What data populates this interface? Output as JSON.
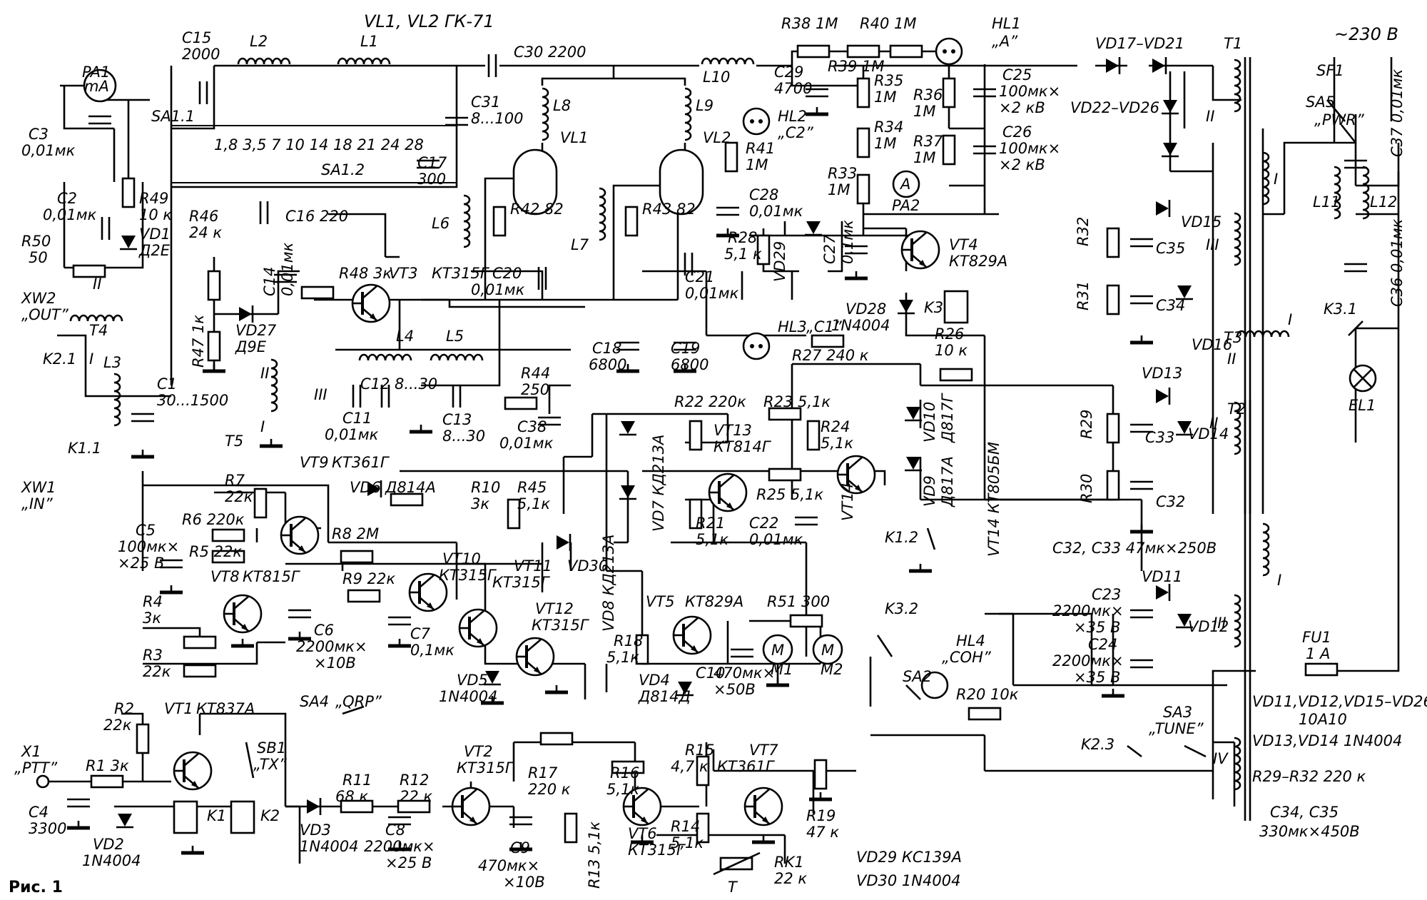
{
  "figure_label": "Рис. 1",
  "notes": {
    "lamps": "VL1, VL2  ГК-71",
    "vd11_list": "VD11,VD12,VD15–VD26",
    "vd11_type": "10А10",
    "vd13_list": "VD13,VD14  1N4004",
    "r29_list": "R29–R32   220 к",
    "c34_list": "С34, С35",
    "c34_value": "330мк×450В",
    "vd29": "VD29  КС139А",
    "vd30": "VD30  1N4004",
    "vt14": "VT14  КТ805БМ",
    "c32": "С32, С33   47мк×250В",
    "mains": "~230 В"
  },
  "connectors": {
    "xw2": "XW2",
    "xw2_name": "„OUT”",
    "xw1": "XW1",
    "xw1_name": "„IN”",
    "x1": "X1",
    "x1_name": "„PTT”"
  },
  "labels": {
    "pa1": "PA1",
    "ma": "mA",
    "c3": "C3",
    "c3v": "0,01мк",
    "sa11": "SA1.1",
    "sa12": "SA1.2",
    "bands": "1,8 3,5 7  10  14 18  21  24  28",
    "c2": "C2",
    "c2v": "0,01мк",
    "r49": "R49",
    "r49v": "10 к",
    "r50": "R50",
    "r50v": "50",
    "vd1": "VD1",
    "vd1v": "Д2Е",
    "c15": "C15",
    "c15v": "2000",
    "l2": "L2",
    "l1": "L1",
    "c30": "C30 2200",
    "c31": "C31",
    "c31v": "8...100",
    "c17": "C17",
    "c17v": "300",
    "c16": "C16 220",
    "r46": "R46",
    "r46v": "24 к",
    "l8": "L8",
    "l9": "L9",
    "l10": "L10",
    "vl1": "VL1",
    "vl2": "VL2",
    "l6": "L6",
    "l7": "L7",
    "r42": "R42 82",
    "r43": "R43 82",
    "c20": "C20",
    "c20v": "0,01мк",
    "c21": "C21",
    "c21v": "0,01мк",
    "r38": "R38 1М",
    "r40": "R40 1М",
    "r39": "R39 1М",
    "hl1": "HL1",
    "hl1n": "„А”",
    "c29": "C29",
    "c29v": "4700",
    "hl2": "HL2",
    "hl2n": "„С2”",
    "r41": "R41",
    "r41v": "1М",
    "r35": "R35",
    "r35v": "1М",
    "r34": "R34",
    "r34v": "1М",
    "r33": "R33",
    "r33v": "1М",
    "r36": "R36",
    "r36v": "1М",
    "r37": "R37",
    "r37v": "1М",
    "c25": "C25",
    "c25v1": "100мк×",
    "c25v2": "×2 кВ",
    "c26": "C26",
    "c26v1": "100мк×",
    "c26v2": "×2 кВ",
    "pa2": "PA2",
    "a": "A",
    "vd17": "VD17–VD21",
    "vd22": "VD22–VD26",
    "t1": "T1",
    "ii": "II",
    "i": "I",
    "iii": "III",
    "iv": "IV",
    "sf1": "SF1",
    "sa5": "SA5",
    "pwr": "„PWR”",
    "l11": "L11",
    "l12": "L12",
    "c37": "C37 0,01мк",
    "c36": "C36 0,01мк",
    "c28": "C28",
    "c28v": "0,01мк",
    "r28": "R28",
    "r28v": "5,1 к",
    "vd29": "VD29",
    "c27": "C27",
    "c27v": "0,1мк",
    "vt4": "VT4",
    "vt4v": "КТ829А",
    "vd28": "VD28",
    "vd28v": "1N4004",
    "k3": "K3",
    "vd15": "VD15",
    "vd16": "VD16",
    "r32": "R32",
    "r31": "R31",
    "c35": "C35",
    "c34": "C34",
    "t3": "T3",
    "k31": "K3.1",
    "el1": "EL1",
    "c14": "C14",
    "c14v": "0,01мк",
    "r48": "R48 3к",
    "vt3": "VT3",
    "vt3v": "КТ315Г",
    "vd27": "VD27",
    "vd27v": "Д9Е",
    "r47": "R47 1к",
    "t4": "T4",
    "k21": "K2.1",
    "l3": "L3",
    "c1": "C1",
    "c1v": "30...1500",
    "k11": "K1.1",
    "t5": "T5",
    "l4": "L4",
    "l5": "L5",
    "c12": "C12  8...30",
    "c13": "C13",
    "c13v": "8...30",
    "c11": "C11",
    "c11v": "0,01мк",
    "r44": "R44",
    "r44v": "250",
    "c38": "C38",
    "c38v": "0,01мк",
    "c18": "C18",
    "c18v": "6800",
    "c19": "C19",
    "c19v": "6800",
    "hl3": "HL3",
    "hl3n": "„С1”",
    "r27": "R27  240 к",
    "r26": "R26",
    "r26v": "10 к",
    "vd13": "VD13",
    "vd14": "VD14",
    "r29": "R29",
    "r30": "R30",
    "c33": "C33",
    "c32": "C32",
    "t2": "T2",
    "r22": "R22 220к",
    "r23": "R23  5,1к",
    "vt13": "VT13",
    "vt13v": "КТ814Г",
    "r24": "R24",
    "r24v": "5,1к",
    "r25": "R25  5,1к",
    "vt14": "VT14",
    "r21": "R21",
    "r21v": "5,1к",
    "c22": "C22",
    "c22v": "0,01мк",
    "vd10": "VD10",
    "vd10v": "Д817Г",
    "vd9": "VD9",
    "vd9v": "Д817А",
    "k12": "K1.2",
    "vd7": "VD7  КД213А",
    "vd8": "VD8  КД213А",
    "r7": "R7",
    "r7v": "22к",
    "vt9": "VT9",
    "vt9v": "КТ361Г",
    "vd6": "VD6",
    "vd6v": "Д814А",
    "r10": "R10",
    "r10v": "3к",
    "r45": "R45",
    "r45v": "5,1к",
    "c5": "C5",
    "c5v1": "100мк×",
    "c5v2": "×25 В",
    "r6": "R6 220к",
    "r5": "R5  22к",
    "r8": "R8  2М",
    "r9": "R9  22к",
    "vt10": "VT10",
    "vt10v": "КТ315Г",
    "vt11": "VT11",
    "vt11v": "КТ315Г",
    "vd30": "VD30",
    "vt8": "VT8",
    "vt8v": "КТ815Г",
    "r4": "R4",
    "r4v": "3к",
    "r3": "R3",
    "r3v": "22к",
    "c6": "C6",
    "c6v1": "2200мк×",
    "c6v2": "×10В",
    "c7": "C7",
    "c7v": "0,1мк",
    "vt12": "VT12",
    "vt12v": "КТ315Г",
    "vd5": "VD5",
    "vd5v": "1N4004",
    "vt5": "VT5",
    "vt5v": "КТ829А",
    "r51": "R51 300",
    "r18": "R18",
    "r18v": "5,1к",
    "m1": "M1",
    "m2": "M2",
    "m": "M",
    "c10": "C10",
    "c10v1": "470мк×",
    "c10v2": "×50В",
    "vd4": "VD4",
    "vd4v": "Д814Д",
    "k32": "K3.2",
    "hl4": "HL4",
    "hl4n": "„СОН”",
    "sa2": "SA2",
    "r20": "R20  10к",
    "k23": "K2.3",
    "sa3": "SA3",
    "tune": "„TUNE”",
    "vd11": "VD11",
    "vd12": "VD12",
    "c23": "C23",
    "c23v1": "2200мк×",
    "c23v2": "×35 В",
    "c24": "C24",
    "c24v1": "2200мк×",
    "c24v2": "×35 В",
    "fu1": "FU1",
    "fu1v": "1 А",
    "sa4": "SA4",
    "qrp": "„QRP”",
    "r1": "R1  3к",
    "r2": "R2",
    "r2v": "22к",
    "vt1": "VT1",
    "vt1v": "КТ837А",
    "sb1": "SB1",
    "tx": "„TX”",
    "c4": "C4",
    "c4v": "3300",
    "vd2": "VD2",
    "vd2v": "1N4004",
    "k1": "K1",
    "k2": "K2",
    "vd3": "VD3",
    "vd3v": "1N4004",
    "r11": "R11",
    "r11v": "68 к",
    "r12": "R12",
    "r12v": "22 к",
    "c8": "C8",
    "c8v1": "2200мк×",
    "c8v2": "×25 В",
    "vt2": "VT2",
    "vt2v": "КТ315Г",
    "r17": "R17",
    "r17v": "220 к",
    "c9": "C9",
    "c9v1": "470мк×",
    "c9v2": "×10В",
    "r13": "R13  5,1к",
    "r16": "R16",
    "r16v": "5,1к",
    "vt6": "VT6",
    "vt6v": "КТ315Г",
    "r15": "R15",
    "r15v": "4,7 к",
    "vt7": "VT7",
    "vt7v": "КТ361Г",
    "r14": "R14",
    "r14v": "5,1к",
    "r19": "R19",
    "r19v": "47 к",
    "rk1": "RK1",
    "rk1v": "22 к",
    "t": "T"
  }
}
